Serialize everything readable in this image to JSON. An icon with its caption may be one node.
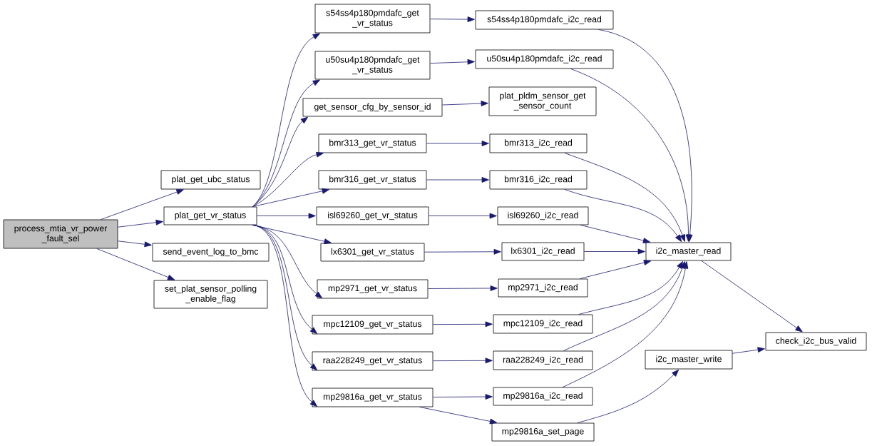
{
  "diagram": {
    "nodes": [
      {
        "text": [
          "process_mtia_vr_power _fault_sel"
        ]
      },
      {
        "text": [
          "plat_get_ubc_status"
        ]
      },
      {
        "text": [
          "plat_get_vr_status"
        ]
      },
      {
        "text": [
          "send_event_log_to_bmc"
        ]
      },
      {
        "text": [
          "set_plat_sensor_polling _enable_flag"
        ]
      },
      {
        "text": [
          "s54ss4p180pmdafc_get _vr_status"
        ]
      },
      {
        "text": [
          "u50su4p180pmdafc_get _vr_status"
        ]
      },
      {
        "text": [
          "get_sensor_cfg_by_sensor_id"
        ]
      },
      {
        "text": [
          "bmr313_get_vr_status"
        ]
      },
      {
        "text": [
          "bmr316_get_vr_status"
        ]
      },
      {
        "text": [
          "isl69260_get_vr_status"
        ]
      },
      {
        "text": [
          "lx6301_get_vr_status"
        ]
      },
      {
        "text": [
          "mp2971_get_vr_status"
        ]
      },
      {
        "text": [
          "mpc12109_get_vr_status"
        ]
      },
      {
        "text": [
          "raa228249_get_vr_status"
        ]
      },
      {
        "text": [
          "mp29816a_get_vr_status"
        ]
      },
      {
        "text": [
          "s54ss4p180pmdafc_i2c_read"
        ]
      },
      {
        "text": [
          "u50su4p180pmdafc_i2c_read"
        ]
      },
      {
        "text": [
          "plat_pldm_sensor_get _sensor_count"
        ]
      },
      {
        "text": [
          "bmr313_i2c_read"
        ]
      },
      {
        "text": [
          "bmr316_i2c_read"
        ]
      },
      {
        "text": [
          "isl69260_i2c_read"
        ]
      },
      {
        "text": [
          "lx6301_i2c_read"
        ]
      },
      {
        "text": [
          "mp2971_i2c_read"
        ]
      },
      {
        "text": [
          "mpc12109_i2c_read"
        ]
      },
      {
        "text": [
          "raa228249_i2c_read"
        ]
      },
      {
        "text": [
          "mp29816a_i2c_read"
        ]
      },
      {
        "text": [
          "mp29816a_set_page"
        ]
      },
      {
        "text": [
          "i2c_master_read"
        ]
      },
      {
        "text": [
          "i2c_master_write"
        ]
      },
      {
        "text": [
          "check_i2c_bus_valid"
        ]
      }
    ],
    "edges": [
      {
        "from": 0,
        "to": 1,
        "arrow": "to"
      },
      {
        "from": 0,
        "to": 2,
        "arrow": "to"
      },
      {
        "from": 0,
        "to": 3,
        "arrow": "to"
      },
      {
        "from": 0,
        "to": 4,
        "arrow": "to"
      },
      {
        "from": 2,
        "to": 5,
        "arrow": "to"
      },
      {
        "from": 2,
        "to": 6,
        "arrow": "to"
      },
      {
        "from": 2,
        "to": 7,
        "arrow": "to"
      },
      {
        "from": 2,
        "to": 8,
        "arrow": "to"
      },
      {
        "from": 2,
        "to": 9,
        "arrow": "to"
      },
      {
        "from": 2,
        "to": 10,
        "arrow": "to"
      },
      {
        "from": 2,
        "to": 11,
        "arrow": "to"
      },
      {
        "from": 2,
        "to": 12,
        "arrow": "to"
      },
      {
        "from": 2,
        "to": 13,
        "arrow": "to"
      },
      {
        "from": 2,
        "to": 14,
        "arrow": "to"
      },
      {
        "from": 2,
        "to": 15,
        "arrow": "to"
      },
      {
        "from": 5,
        "to": 16,
        "arrow": "to"
      },
      {
        "from": 6,
        "to": 17,
        "arrow": "to"
      },
      {
        "from": 7,
        "to": 18,
        "arrow": "to"
      },
      {
        "from": 8,
        "to": 19,
        "arrow": "to"
      },
      {
        "from": 9,
        "to": 20,
        "arrow": "to"
      },
      {
        "from": 10,
        "to": 21,
        "arrow": "to"
      },
      {
        "from": 11,
        "to": 22,
        "arrow": "to"
      },
      {
        "from": 12,
        "to": 23,
        "arrow": "to"
      },
      {
        "from": 13,
        "to": 24,
        "arrow": "to"
      },
      {
        "from": 14,
        "to": 25,
        "arrow": "to"
      },
      {
        "from": 15,
        "to": 26,
        "arrow": "to"
      },
      {
        "from": 15,
        "to": 27,
        "arrow": "to"
      },
      {
        "from": 16,
        "to": 28,
        "arrow": "to"
      },
      {
        "from": 17,
        "to": 28,
        "arrow": "to"
      },
      {
        "from": 19,
        "to": 28,
        "arrow": "to"
      },
      {
        "from": 20,
        "to": 28,
        "arrow": "to"
      },
      {
        "from": 21,
        "to": 28,
        "arrow": "to"
      },
      {
        "from": 22,
        "to": 28,
        "arrow": "to"
      },
      {
        "from": 23,
        "to": 28,
        "arrow": "to"
      },
      {
        "from": 24,
        "to": 28,
        "arrow": "to"
      },
      {
        "from": 25,
        "to": 28,
        "arrow": "to"
      },
      {
        "from": 26,
        "to": 28,
        "arrow": "to"
      },
      {
        "from": 27,
        "to": 29,
        "arrow": "to"
      },
      {
        "from": 28,
        "to": 30,
        "arrow": "to"
      },
      {
        "from": 29,
        "to": 30,
        "arrow": "to"
      }
    ]
  }
}
